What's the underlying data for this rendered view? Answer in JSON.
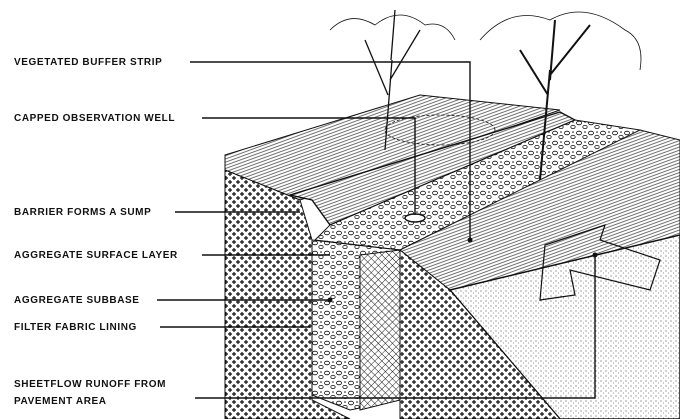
{
  "labels": {
    "vegetated_buffer_strip": "VEGETATED BUFFER STRIP",
    "capped_observation_well": "CAPPED OBSERVATION WELL",
    "barrier_forms_sump": "BARRIER FORMS A SUMP",
    "aggregate_surface_layer": "AGGREGATE SURFACE LAYER",
    "aggregate_subbase": "AGGREGATE SUBBASE",
    "filter_fabric_lining": "FILTER FABRIC LINING",
    "sheetflow_line1": "SHEETFLOW RUNOFF FROM",
    "sheetflow_line2": "PAVEMENT AREA"
  },
  "colors": {
    "ink": "#111111",
    "paper": "#ffffff"
  }
}
